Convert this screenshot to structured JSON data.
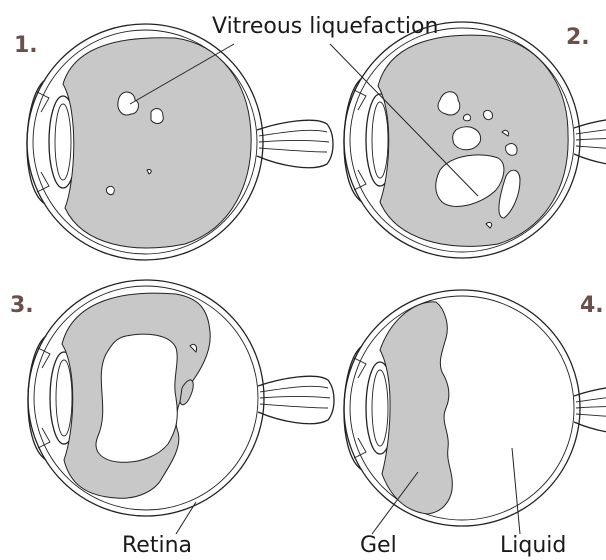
{
  "labels": {
    "vitreous": "Vitreous liquefaction",
    "retina": "Retina",
    "gel": "Gel",
    "liquid": "Liquid"
  },
  "panels": [
    "1.",
    "2.",
    "3.",
    "4."
  ],
  "colors": {
    "gel": "#c8c8c8",
    "outline": "#222222",
    "panel_number": "#6b4f4b",
    "background": "#ffffff"
  }
}
